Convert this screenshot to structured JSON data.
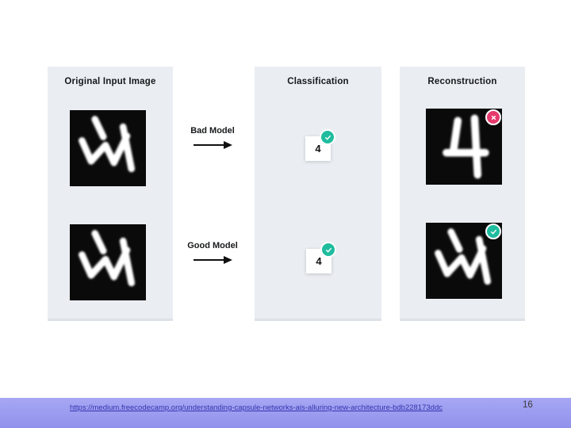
{
  "page": {
    "footer": {
      "source_url": "https://medium.freecodecamp.org/understanding-capsule-networks-ais-alluring-new-architecture-bdb228173ddc",
      "page_number": "16"
    }
  },
  "figure": {
    "columns": [
      {
        "title": "Original Input Image"
      },
      {
        "title": "Classification"
      },
      {
        "title": "Reconstruction"
      }
    ],
    "rows": [
      {
        "model_label": "Bad Model",
        "input_image": "skewed handwritten digit 4 (MNIST)",
        "classification": {
          "label": "4",
          "status": "correct",
          "status_icon": "check"
        },
        "reconstruction": {
          "image": "upright digit 4 (does not match input)",
          "status": "incorrect",
          "status_icon": "cross"
        }
      },
      {
        "model_label": "Good Model",
        "input_image": "skewed handwritten digit 4 (MNIST)",
        "classification": {
          "label": "4",
          "status": "correct",
          "status_icon": "check"
        },
        "reconstruction": {
          "image": "skewed handwritten digit 4 (matches input)",
          "status": "correct",
          "status_icon": "check"
        }
      }
    ]
  },
  "colors": {
    "panel_background": "#eaedf1",
    "correct_badge": "#1fbc9e",
    "incorrect_badge": "#e63a6c",
    "footer_band": "#9b9bf0",
    "link_color": "#3434ae",
    "mnist_background": "#0a0a0a"
  }
}
